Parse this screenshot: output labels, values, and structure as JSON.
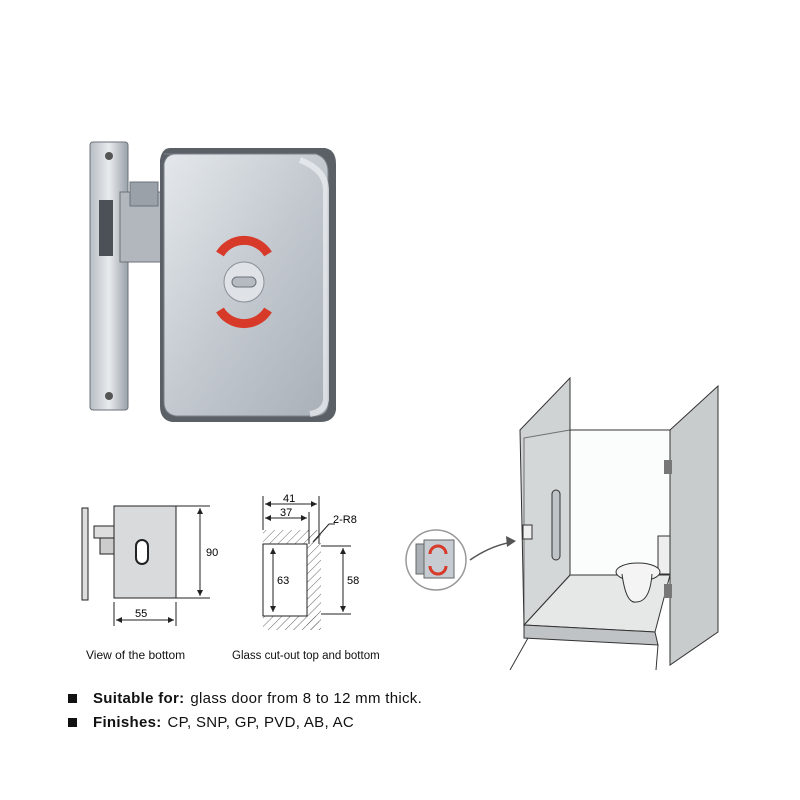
{
  "colors": {
    "steel": "#c9ced4",
    "steel_dark": "#7d838a",
    "indicator_red": "#d83a2a",
    "glass": "#cfd3d4"
  },
  "bottom_view": {
    "height_dim": "90",
    "width_dim": "55",
    "caption": "View of the bottom"
  },
  "cutout": {
    "dim_outer": "41",
    "dim_inner": "37",
    "radius_label": "2-R8",
    "dim_left": "63",
    "dim_right": "58",
    "caption": "Glass cut-out top and bottom"
  },
  "specs": [
    {
      "label": "Suitable for:",
      "value": "glass door from 8 to 12 mm thick."
    },
    {
      "label": "Finishes:",
      "value": "CP, SNP, GP, PVD, AB, AC"
    }
  ]
}
